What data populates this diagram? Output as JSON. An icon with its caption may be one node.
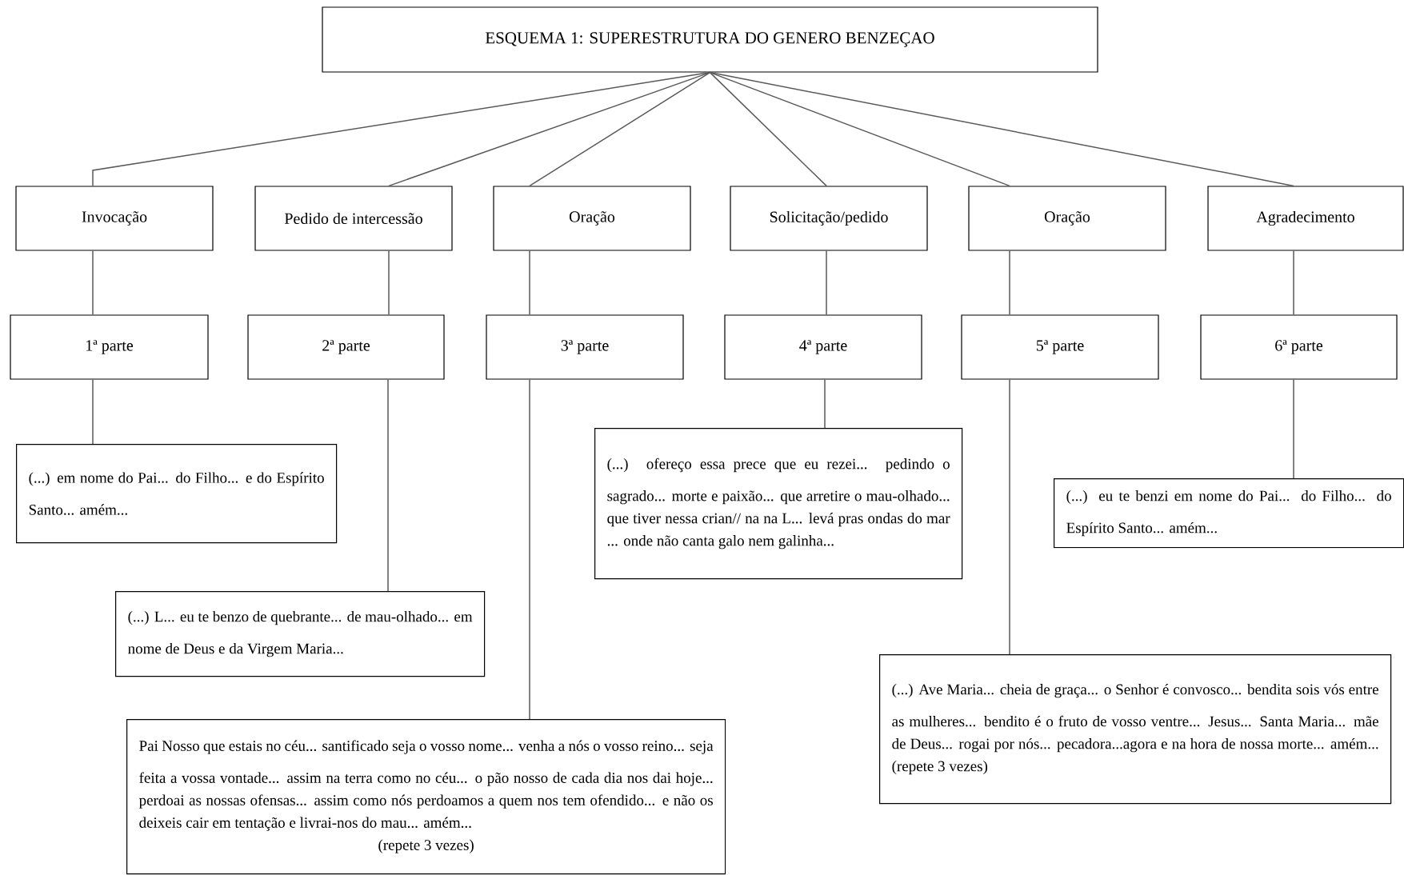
{
  "diagram": {
    "title": "ESQUEMA 1: SUPERESTRUTURA DO GENERO BENZEÇAO",
    "nodes": [
      {
        "text": [
          "Invocação"
        ]
      },
      {
        "text": [
          "Pedido de intercessão"
        ]
      },
      {
        "text": [
          "Oração"
        ]
      },
      {
        "text": [
          "Solicitação/pedido"
        ]
      },
      {
        "text": [
          "Oração"
        ]
      },
      {
        "text": [
          "Agradecimento"
        ]
      },
      {
        "text": [
          "1ª parte"
        ]
      },
      {
        "text": [
          "2ª parte"
        ]
      },
      {
        "text": [
          "3ª parte"
        ]
      },
      {
        "text": [
          "4ª parte"
        ]
      },
      {
        "text": [
          "5ª parte"
        ]
      },
      {
        "text": [
          "6ª parte"
        ]
      },
      {
        "text": [
          "(...) em nome do Pai... do Filho... e do Espírito Santo... amém..."
        ]
      },
      {
        "text": [
          "(...) L... eu te benzo de quebrante... de mau-olhado... em nome de Deus e da Virgem Maria..."
        ]
      },
      {
        "text": [
          "Pai Nosso que estais no céu... santificado seja o vosso nome... venha a nós o vosso reino... seja feita a vossa vontade... assim na terra como no céu... o pão nosso de cada dia nos dai hoje... perdoai as nossas ofensas... assim como nós perdoamos a quem nos tem ofendido... e não os deixeis cair em tentação e livrai-nos do mau... amém...",
          "(repete 3 vezes)"
        ]
      },
      {
        "text": [
          "(...) ofereço essa prece que eu rezei... pedindo o sagrado... morte e paixão... que arretire o mau-olhado... que tiver nessa crian// na na L... levá pras ondas do mar ... onde não canta galo nem galinha..."
        ]
      },
      {
        "text": [
          "(...) Ave Maria... cheia de graça... o Senhor é convosco... bendita sois vós entre as mulheres... bendito é o fruto de vosso ventre... Jesus... Santa Maria... mãe de Deus... rogai por nós... pecadora...agora e na hora de nossa morte... amém... (repete 3 vezes)"
        ]
      },
      {
        "text": [
          "(...) eu te benzi em nome do Pai... do Filho... do Espírito Santo... amém..."
        ]
      }
    ],
    "edges": [
      {
        "from": null,
        "to": 0,
        "arrow": "none"
      },
      {
        "from": null,
        "to": 1,
        "arrow": "none"
      },
      {
        "from": null,
        "to": 2,
        "arrow": "none"
      },
      {
        "from": null,
        "to": 3,
        "arrow": "none"
      },
      {
        "from": null,
        "to": 4,
        "arrow": "none"
      },
      {
        "from": null,
        "to": 5,
        "arrow": "none"
      },
      {
        "from": 0,
        "to": 6,
        "arrow": "none"
      },
      {
        "from": 1,
        "to": 7,
        "arrow": "none"
      },
      {
        "from": 2,
        "to": 8,
        "arrow": "none"
      },
      {
        "from": 3,
        "to": 9,
        "arrow": "none"
      },
      {
        "from": 4,
        "to": 10,
        "arrow": "none"
      },
      {
        "from": 5,
        "to": 11,
        "arrow": "none"
      },
      {
        "from": 6,
        "to": 12,
        "arrow": "none"
      },
      {
        "from": 7,
        "to": 13,
        "arrow": "none"
      },
      {
        "from": 8,
        "to": 14,
        "arrow": "none"
      },
      {
        "from": 9,
        "to": 15,
        "arrow": "none"
      },
      {
        "from": 10,
        "to": 16,
        "arrow": "none"
      },
      {
        "from": 11,
        "to": 17,
        "arrow": "none"
      }
    ]
  }
}
